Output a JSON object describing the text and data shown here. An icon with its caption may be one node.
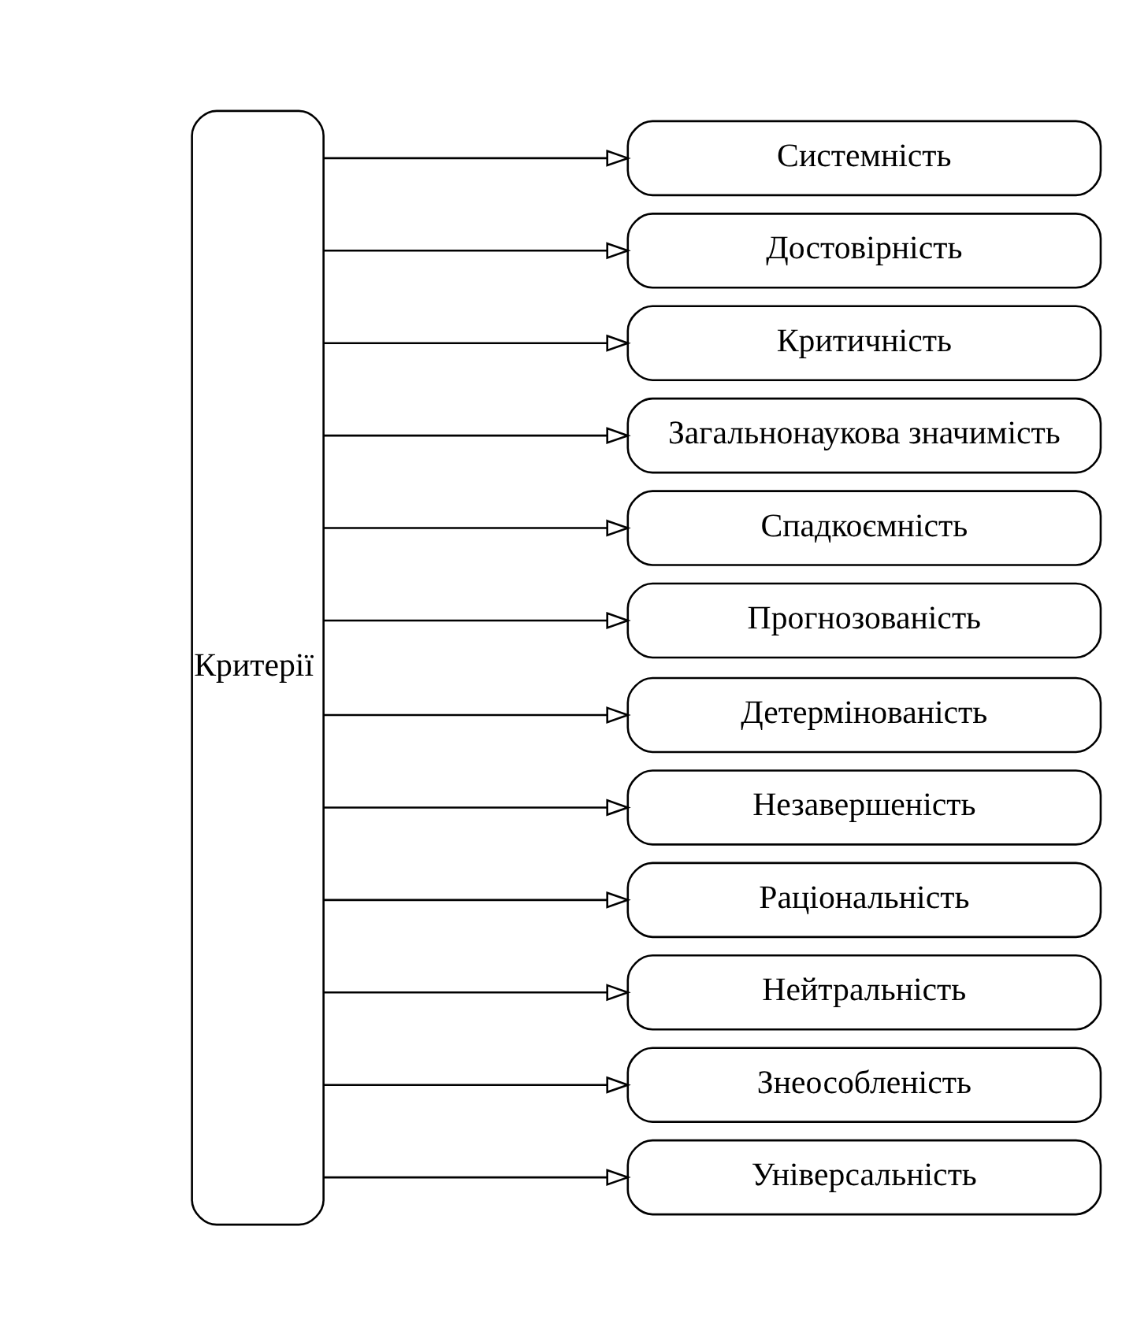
{
  "diagram": {
    "nodes": [
      {
        "text": [
          "Критерії"
        ]
      },
      {
        "text": [
          "Системність"
        ]
      },
      {
        "text": [
          "Достовірність"
        ]
      },
      {
        "text": [
          "Критичність"
        ]
      },
      {
        "text": [
          "Загальнонаукова значимість"
        ]
      },
      {
        "text": [
          "Спадкоємність"
        ]
      },
      {
        "text": [
          "Прогнозованість"
        ]
      },
      {
        "text": [
          "Детермінованість"
        ]
      },
      {
        "text": [
          "Незавершеність"
        ]
      },
      {
        "text": [
          "Раціональність"
        ]
      },
      {
        "text": [
          "Нейтральність"
        ]
      },
      {
        "text": [
          "Знеособленість"
        ]
      },
      {
        "text": [
          "Універсальність"
        ]
      }
    ],
    "edges": [
      {
        "from": 0,
        "to": 1,
        "arrow": "to"
      },
      {
        "from": 0,
        "to": 2,
        "arrow": "to"
      },
      {
        "from": 0,
        "to": 3,
        "arrow": "to"
      },
      {
        "from": 0,
        "to": 4,
        "arrow": "to"
      },
      {
        "from": 0,
        "to": 5,
        "arrow": "to"
      },
      {
        "from": 0,
        "to": 6,
        "arrow": "to"
      },
      {
        "from": 0,
        "to": 7,
        "arrow": "to"
      },
      {
        "from": 0,
        "to": 8,
        "arrow": "to"
      },
      {
        "from": 0,
        "to": 9,
        "arrow": "to"
      },
      {
        "from": 0,
        "to": 10,
        "arrow": "to"
      },
      {
        "from": 0,
        "to": 11,
        "arrow": "to"
      },
      {
        "from": 0,
        "to": 12,
        "arrow": "to"
      }
    ]
  }
}
